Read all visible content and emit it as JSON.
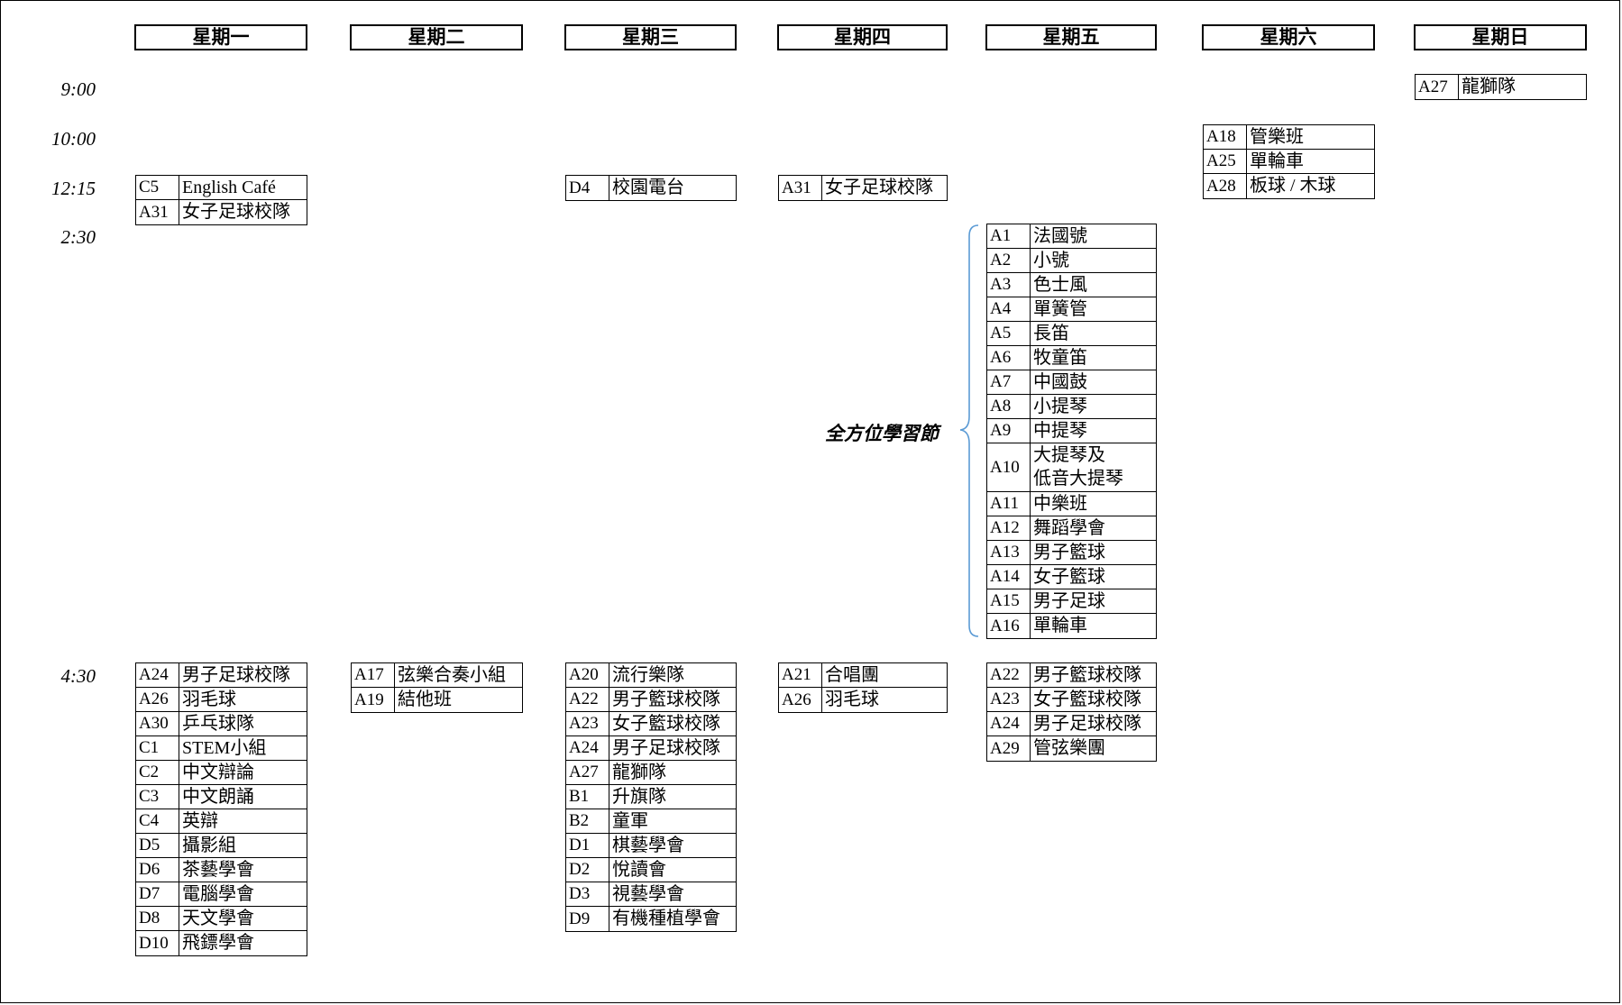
{
  "days": [
    "星期一",
    "星期二",
    "星期三",
    "星期四",
    "星期五",
    "星期六",
    "星期日"
  ],
  "times": [
    "9:00",
    "10:00",
    "12:15",
    "2:30",
    "4:30"
  ],
  "bracket_label": "全方位學習節",
  "blocks": [
    {
      "id": "mon-1215",
      "day": 0,
      "time": "12:15",
      "items": [
        {
          "code": "C5",
          "name": "English Café"
        },
        {
          "code": "A31",
          "name": "女子足球校隊"
        }
      ]
    },
    {
      "id": "wed-1215",
      "day": 2,
      "time": "12:15",
      "items": [
        {
          "code": "D4",
          "name": "校園電台"
        }
      ]
    },
    {
      "id": "thu-1215",
      "day": 3,
      "time": "12:15",
      "items": [
        {
          "code": "A31",
          "name": "女子足球校隊"
        }
      ]
    },
    {
      "id": "sat-1000",
      "day": 5,
      "time": "10:00",
      "items": [
        {
          "code": "A18",
          "name": "管樂班"
        },
        {
          "code": "A25",
          "name": "單輪車"
        },
        {
          "code": "A28",
          "name": "板球 / 木球"
        }
      ]
    },
    {
      "id": "sun-0900",
      "day": 6,
      "time": "9:00",
      "items": [
        {
          "code": "A27",
          "name": "龍獅隊"
        }
      ]
    },
    {
      "id": "fri-0230",
      "day": 4,
      "time": "2:30",
      "items": [
        {
          "code": "A1",
          "name": "法國號"
        },
        {
          "code": "A2",
          "name": "小號"
        },
        {
          "code": "A3",
          "name": "色士風"
        },
        {
          "code": "A4",
          "name": "單簧管"
        },
        {
          "code": "A5",
          "name": "長笛"
        },
        {
          "code": "A6",
          "name": "牧童笛"
        },
        {
          "code": "A7",
          "name": "中國鼓"
        },
        {
          "code": "A8",
          "name": "小提琴"
        },
        {
          "code": "A9",
          "name": "中提琴"
        },
        {
          "code": "A10",
          "name": "大提琴及",
          "name2": "低音大提琴"
        },
        {
          "code": "A11",
          "name": "中樂班"
        },
        {
          "code": "A12",
          "name": "舞蹈學會"
        },
        {
          "code": "A13",
          "name": "男子籃球"
        },
        {
          "code": "A14",
          "name": "女子籃球"
        },
        {
          "code": "A15",
          "name": "男子足球"
        },
        {
          "code": "A16",
          "name": "單輪車"
        }
      ]
    },
    {
      "id": "mon-0430",
      "day": 0,
      "time": "4:30",
      "items": [
        {
          "code": "A24",
          "name": "男子足球校隊"
        },
        {
          "code": "A26",
          "name": "羽毛球"
        },
        {
          "code": "A30",
          "name": "乒乓球隊"
        },
        {
          "code": "C1",
          "name": "STEM小組"
        },
        {
          "code": "C2",
          "name": "中文辯論"
        },
        {
          "code": "C3",
          "name": "中文朗誦"
        },
        {
          "code": "C4",
          "name": "英辯"
        },
        {
          "code": "D5",
          "name": "攝影組"
        },
        {
          "code": "D6",
          "name": "茶藝學會"
        },
        {
          "code": "D7",
          "name": "電腦學會"
        },
        {
          "code": "D8",
          "name": "天文學會"
        },
        {
          "code": "D10",
          "name": "飛鏢學會"
        }
      ]
    },
    {
      "id": "tue-0430",
      "day": 1,
      "time": "4:30",
      "items": [
        {
          "code": "A17",
          "name": "弦樂合奏小組"
        },
        {
          "code": "A19",
          "name": "結他班"
        }
      ]
    },
    {
      "id": "wed-0430",
      "day": 2,
      "time": "4:30",
      "items": [
        {
          "code": "A20",
          "name": "流行樂隊"
        },
        {
          "code": "A22",
          "name": "男子籃球校隊"
        },
        {
          "code": "A23",
          "name": "女子籃球校隊"
        },
        {
          "code": "A24",
          "name": "男子足球校隊"
        },
        {
          "code": "A27",
          "name": "龍獅隊"
        },
        {
          "code": "B1",
          "name": "升旗隊"
        },
        {
          "code": "B2",
          "name": "童軍"
        },
        {
          "code": "D1",
          "name": "棋藝學會"
        },
        {
          "code": "D2",
          "name": "悅讀會"
        },
        {
          "code": "D3",
          "name": "視藝學會"
        },
        {
          "code": "D9",
          "name": "有機種植學會"
        }
      ]
    },
    {
      "id": "thu-0430",
      "day": 3,
      "time": "4:30",
      "items": [
        {
          "code": "A21",
          "name": "合唱團"
        },
        {
          "code": "A26",
          "name": "羽毛球"
        }
      ]
    },
    {
      "id": "fri-0430",
      "day": 4,
      "time": "4:30",
      "items": [
        {
          "code": "A22",
          "name": "男子籃球校隊"
        },
        {
          "code": "A23",
          "name": "女子籃球校隊"
        },
        {
          "code": "A24",
          "name": "男子足球校隊"
        },
        {
          "code": "A29",
          "name": "管弦樂團"
        }
      ]
    }
  ]
}
